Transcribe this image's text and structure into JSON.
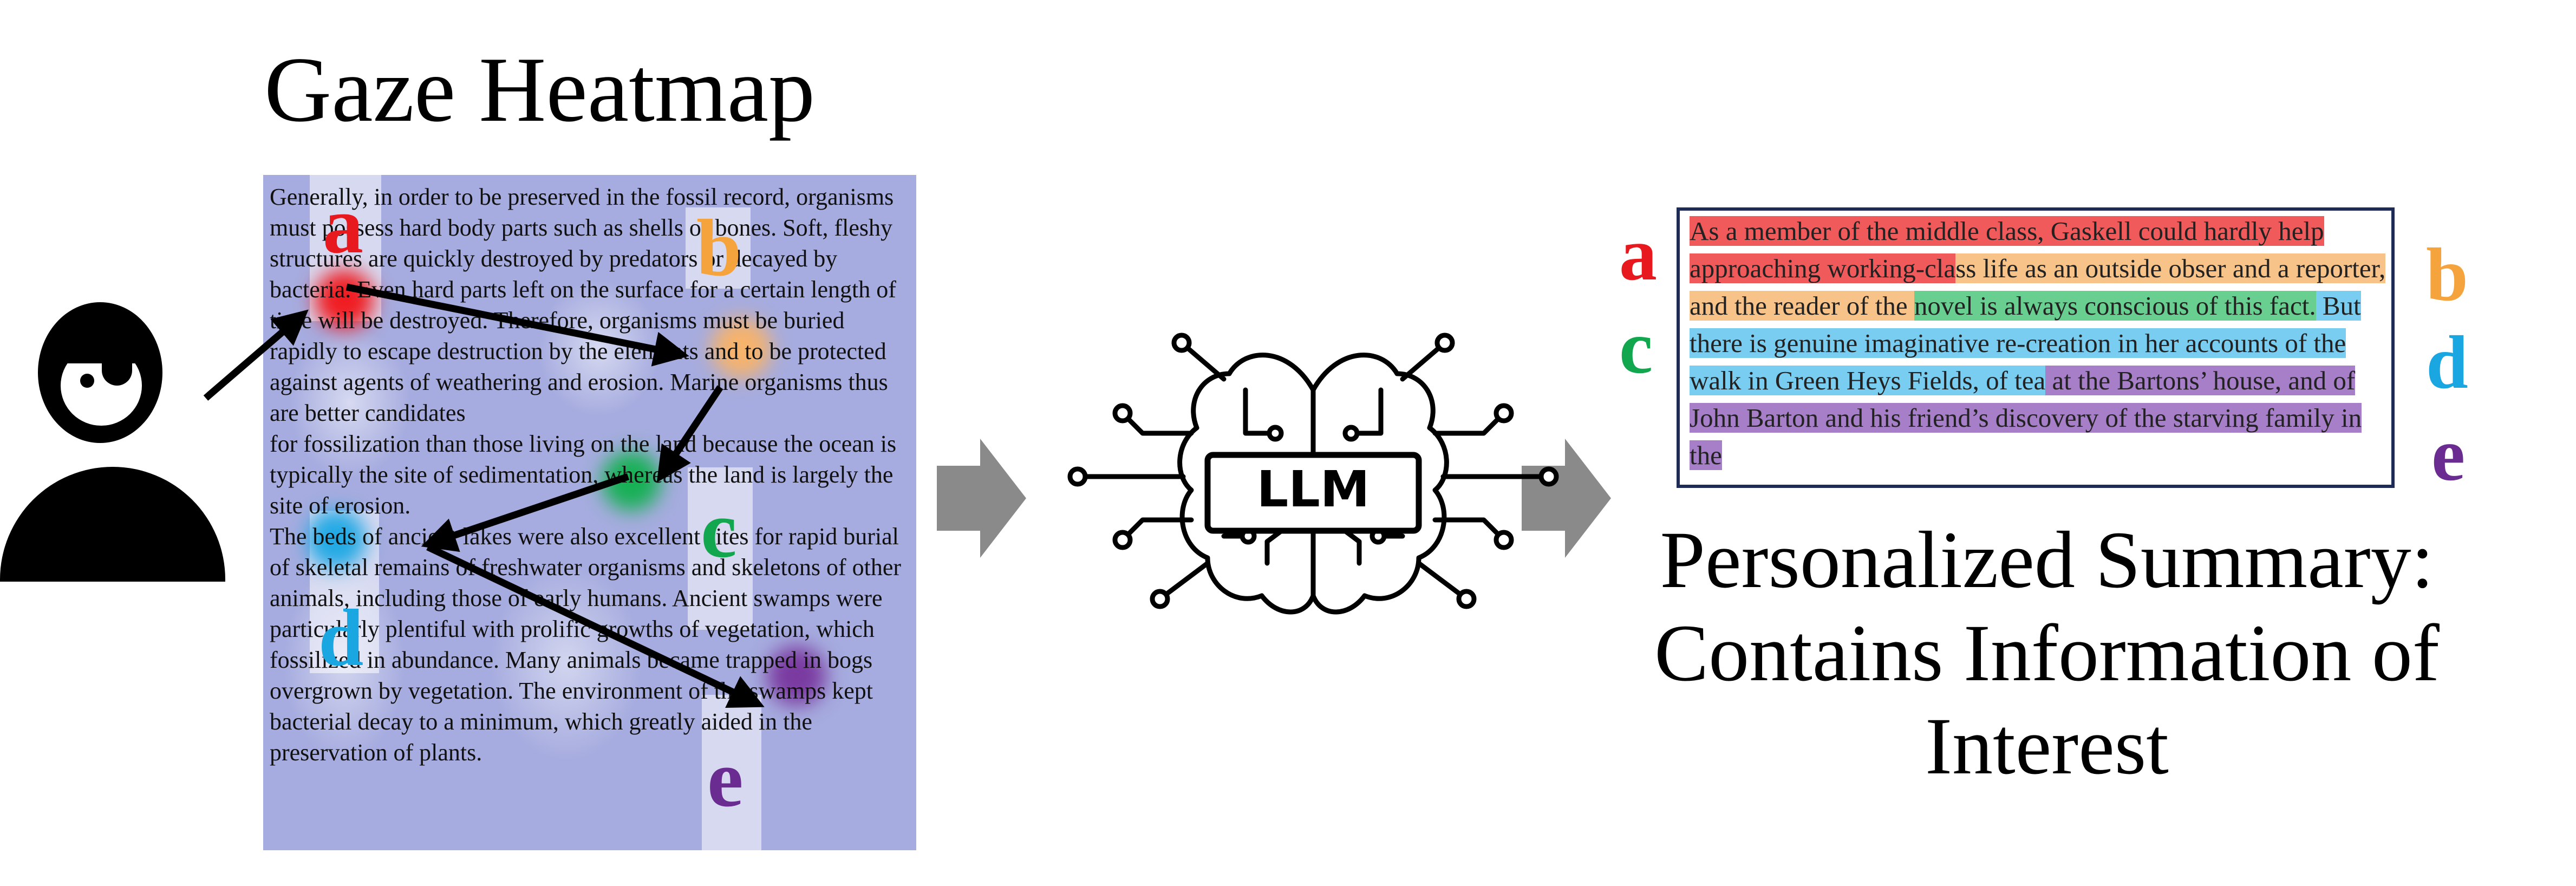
{
  "heatmap": {
    "title": "Gaze Heatmap",
    "passage": [
      "Generally, in order to be preserved in the fossil record, organisms must possess hard body parts such as shells or bones. Soft, fleshy structures are quickly destroyed by predators or decayed by bacteria. Even hard parts left on the surface for a certain length of time will be destroyed. Therefore, organisms must be buried rapidly to escape destruction by the elements and to be protected against agents of weathering and erosion. Marine organisms thus are better candidates",
      "for fossilization than those living on the land because the ocean is typically the site of sedimentation, whereas the land is largely the site of erosion.",
      "The beds of ancient lakes were also excellent sites for rapid burial of skeletal remains of freshwater organisms and skeletons of other animals, including those of early humans. Ancient swamps were particularly plentiful with prolific growths of vegetation, which fossilized in abundance. Many animals became trapped in bogs overgrown by vegetation. The environment of the swamps kept bacterial decay to a minimum, which greatly aided in the preservation of plants."
    ],
    "labels": {
      "a": "a",
      "b": "b",
      "c": "c",
      "d": "d",
      "e": "e"
    },
    "background_color": "#a6acdf"
  },
  "model": {
    "label": "LLM"
  },
  "summary": {
    "segments": [
      {
        "text": "As a member of the middle class, Gaskell could hardly help approaching working-cla",
        "tag": "a"
      },
      {
        "text": "ss life as an outside obser",
        "tag": "b"
      },
      {
        "text": " and a reporter, and the reader of the ",
        "tag": "b"
      },
      {
        "text": "novel is always conscious of this fact.",
        "tag": "c"
      },
      {
        "text": " But there is genuine imaginative re-creation in her accounts of the walk in Green Heys Fields, of tea",
        "tag": "d"
      },
      {
        "text": " at the Bartons’ house, and of John Barton and his friend’s discovery of the starving family in the",
        "tag": "e"
      }
    ],
    "labels": {
      "a": "a",
      "b": "b",
      "c": "c",
      "d": "d",
      "e": "e"
    },
    "caption_lines": [
      "Personalized Summary:",
      "Contains Information of",
      "Interest"
    ]
  },
  "colors": {
    "a": "#e8191e",
    "b": "#f5a33c",
    "c": "#12a64f",
    "d": "#1aa6e0",
    "e": "#6b2c91",
    "arrow_gray": "#8a8a8a",
    "box_border": "#1d2b57"
  },
  "icons": [
    "person-icon",
    "brain-circuit-icon",
    "right-arrow-icon"
  ]
}
